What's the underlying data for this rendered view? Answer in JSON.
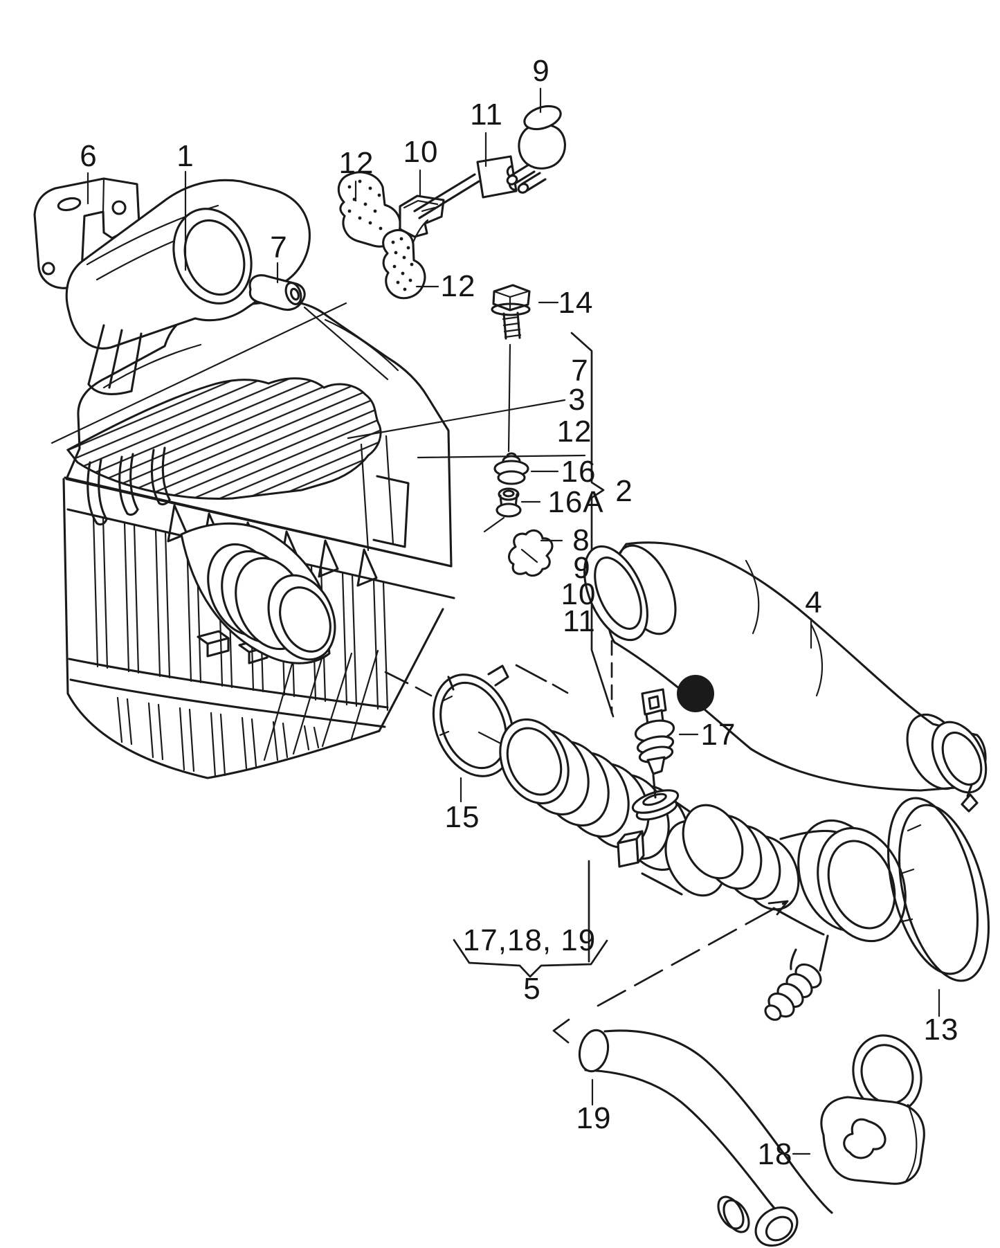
{
  "figure": {
    "type": "exploded-parts-diagram",
    "background_color": "#ffffff",
    "line_color": "#1a1a1a",
    "highlight_dot_color": "#000000"
  },
  "callouts": {
    "bracket": "6",
    "intake_duct": "1",
    "spacer_top": "7",
    "foam_top": "12",
    "clip_top": "10",
    "plate_top": "11",
    "valve_top": "9",
    "foam_mid": "12",
    "bolt": "14",
    "list_7": "7",
    "list_3": "3",
    "list_12": "12",
    "list_16": "16",
    "list_16a": "16A",
    "assembly": "2",
    "list_8": "8",
    "list_9": "9",
    "list_10": "10",
    "list_11": "11",
    "hose_4": "4",
    "sensor": "17",
    "clamp_15": "15",
    "group_label": "17,18, 19",
    "sub_assembly": "5",
    "clamp_13": "13",
    "elbow_18": "18",
    "hose_19": "19"
  }
}
